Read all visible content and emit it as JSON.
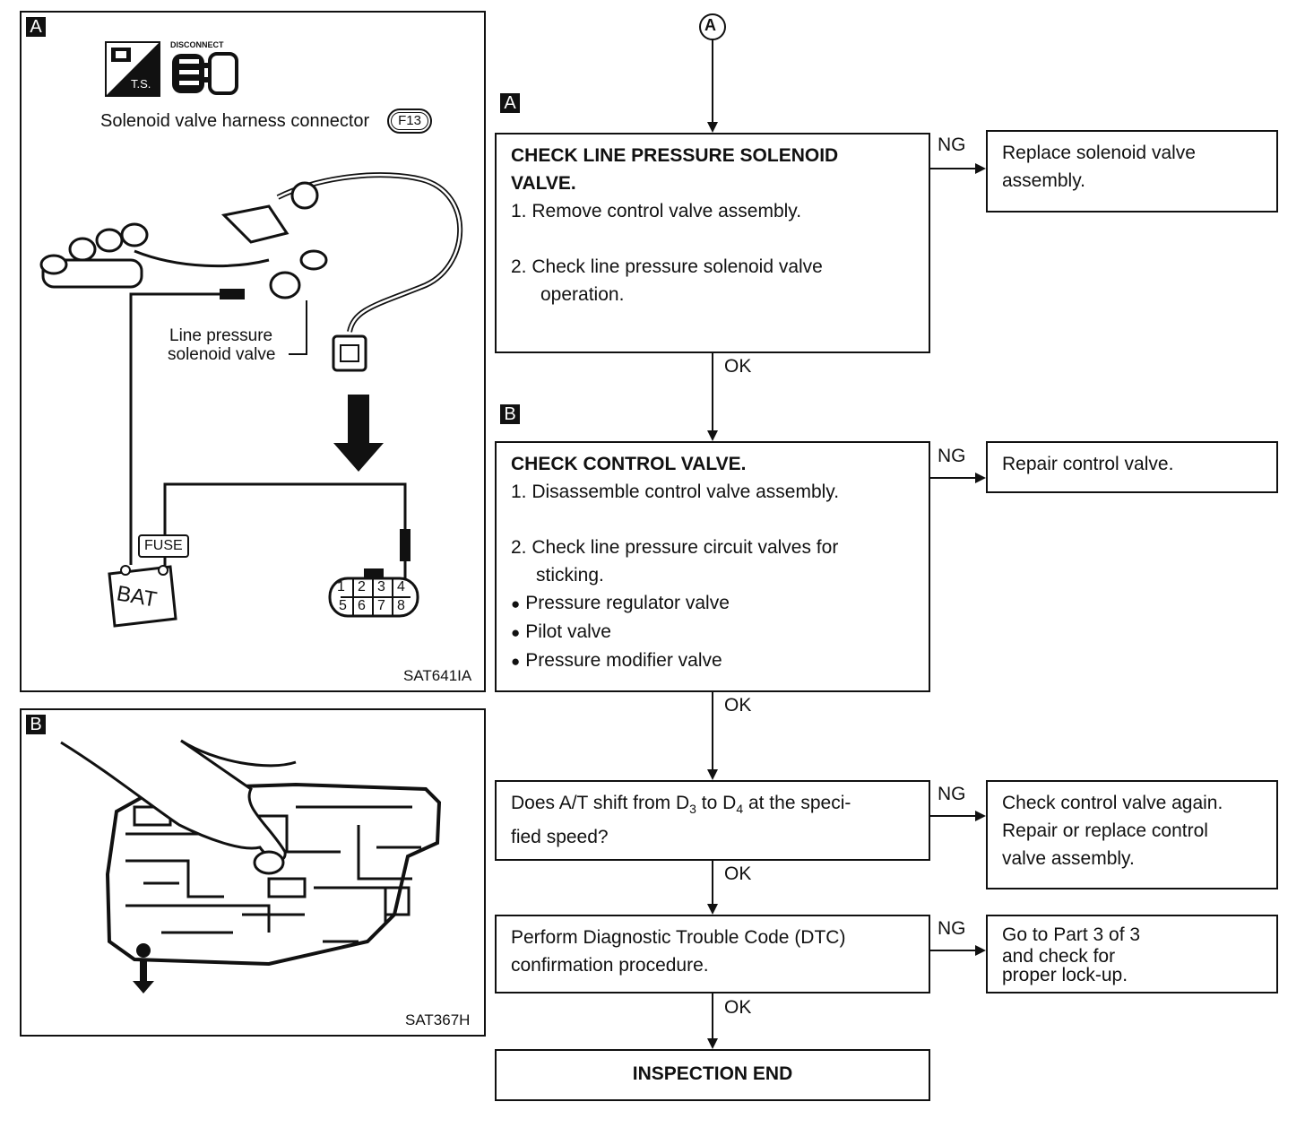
{
  "start_marker": "A",
  "panel_a": {
    "tag": "A",
    "ts_label": "T.S.",
    "disconnect_label": "DISCONNECT",
    "caption": "Solenoid valve harness connector",
    "connector_id": "F13",
    "valve_label_line1": "Line pressure",
    "valve_label_line2": "solenoid valve",
    "fuse_label": "FUSE",
    "battery_label": "BAT",
    "pins_top": [
      "1",
      "2",
      "3",
      "4"
    ],
    "pins_bottom": [
      "5",
      "6",
      "7",
      "8"
    ],
    "ref": "SAT641IA"
  },
  "panel_b": {
    "tag": "B",
    "ref": "SAT367H"
  },
  "flow": {
    "step_a": {
      "tag": "A",
      "title_line1": "CHECK LINE PRESSURE SOLENOID",
      "title_line2": "VALVE.",
      "item1": "1.  Remove control valve assembly.",
      "item2_line1": "2.  Check line pressure solenoid valve",
      "item2_line2": "operation.",
      "ng_label": "NG",
      "ok_label": "OK",
      "ng_action_line1": "Replace solenoid valve",
      "ng_action_line2": "assembly."
    },
    "step_b": {
      "tag": "B",
      "title": "CHECK CONTROL VALVE.",
      "item1": "1. Disassemble control valve assembly.",
      "item2_line1": "2. Check line pressure circuit valves for",
      "item2_line2": "sticking.",
      "bullets": [
        "Pressure regulator valve",
        "Pilot valve",
        "Pressure modifier valve"
      ],
      "ng_label": "NG",
      "ok_label": "OK",
      "ng_action": "Repair control valve."
    },
    "step_c": {
      "q_part1": "Does A/T shift from D",
      "q_sub1": "3",
      "q_part2": " to D",
      "q_sub2": "4",
      "q_part3": " at the speci-",
      "q_line2": "fied speed?",
      "ng_label": "NG",
      "ok_label": "OK",
      "ng_action_line1": "Check control valve again.",
      "ng_action_line2": "Repair or replace control",
      "ng_action_line3": "valve assembly."
    },
    "step_d": {
      "line1": "Perform Diagnostic Trouble Code (DTC)",
      "line2": "confirmation procedure.",
      "ng_label": "NG",
      "ok_label": "OK",
      "ng_action_line1": "Go to Part 3 of 3",
      "ng_action_line2": "and check for",
      "ng_action_line3": "proper lock-up."
    },
    "end": "INSPECTION END"
  }
}
